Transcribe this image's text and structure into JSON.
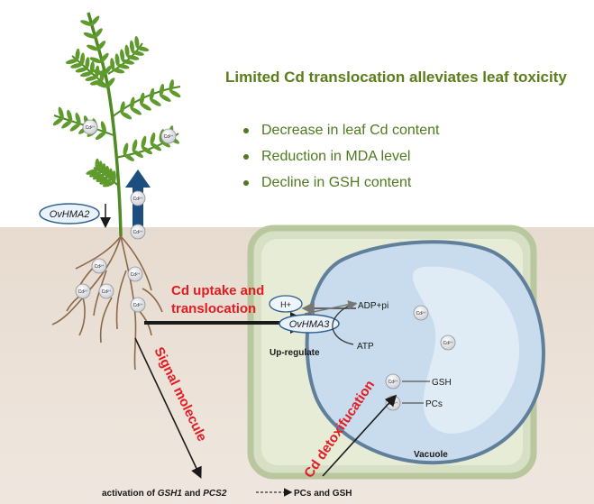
{
  "headline": "Limited Cd translocation alleviates leaf toxicity",
  "effects": [
    "Decrease in leaf Cd content",
    "Reduction in MDA level",
    "Decline in GSH content"
  ],
  "labels": {
    "transporter_root": "OvHMA2",
    "transporter_cell": "OvHMA3",
    "proton": "H+",
    "adp": "ADP+pi",
    "atp": "ATP",
    "upregulate": "Up-regulate",
    "gsh": "GSH",
    "pcs_cell": "PCs",
    "vacuole": "Vacuole",
    "uptake_line1": "Cd uptake and",
    "uptake_line2": "translocation",
    "signal": "Signal molecule",
    "detox": "Cd detoxifucation",
    "activation_prefix": "activation of ",
    "gene1": "GSH1",
    "and": " and ",
    "gene2": "PCS2",
    "product": "PCs and GSH",
    "ion": "Cd²⁺"
  },
  "colors": {
    "headline": "#5a7d1a",
    "bullets": "#4f7a1e",
    "red": "#e31b23",
    "arrow_blue": "#1c4e80",
    "soil": "#e8dcd0",
    "cell_wall": "#b9c79f",
    "vacuole_fill": "#c8dced",
    "vacuole_border": "#6e8ba5",
    "leaf": "#5f9a2c"
  },
  "icons": [
    "plant-icon",
    "root-icon",
    "cd-ion-icon",
    "upward-arrow-icon",
    "downward-arrow-icon"
  ]
}
